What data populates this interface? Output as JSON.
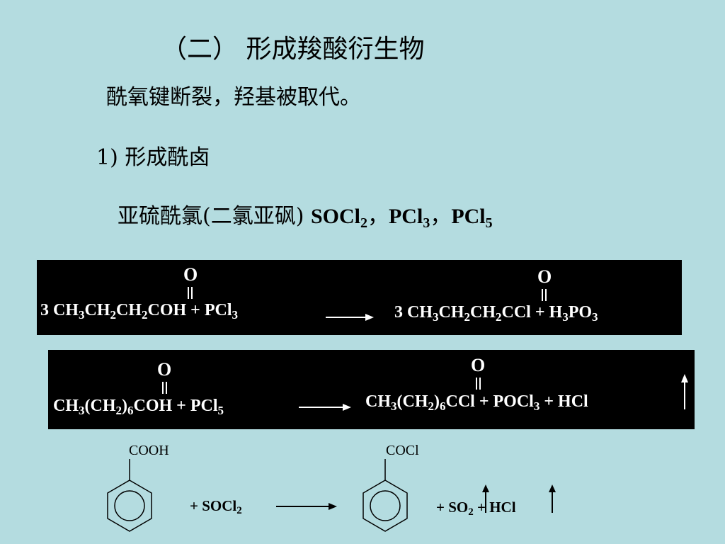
{
  "title": "（二）  形成羧酸衍生物",
  "subtitle": "酰氧键断裂，羟基被取代。",
  "section": "1) 形成酰卤",
  "reagents": {
    "prefix": "亚硫酰氯(二氯亚砜) ",
    "socl": "SOCl",
    "socl_sub": "2",
    "sep1": "，",
    "pcl3": "PCl",
    "pcl3_sub": "3",
    "sep2": "，",
    "pcl5": "PCl",
    "pcl5_sub": "5"
  },
  "reaction1": {
    "o": "O",
    "left": {
      "p1": "3 CH",
      "s1": "3",
      "p2": "CH",
      "s2": "2",
      "p3": "CH",
      "s3": "2",
      "p4": "COH  +  PCl",
      "s4": "3"
    },
    "right": {
      "p1": "3 CH",
      "s1": "3",
      "p2": "CH",
      "s2": "2",
      "p3": "CH",
      "s3": "2",
      "p4": "CCl  +  H",
      "s4": "3",
      "p5": "PO",
      "s5": "3"
    }
  },
  "reaction2": {
    "o": "O",
    "left": {
      "p1": "CH",
      "s1": "3",
      "p2": "(CH",
      "s2": "2",
      "p3": ")",
      "s3": "6",
      "p4": "COH  +  PCl",
      "s4": "5"
    },
    "right": {
      "p1": "CH",
      "s1": "3",
      "p2": "(CH",
      "s2": "2",
      "p3": ")",
      "s3": "6",
      "p4": "CCl   +  POCl",
      "s4": "3",
      "p5": "  +  HCl"
    }
  },
  "reaction3": {
    "reactant_group": "COOH",
    "reagent_prefix": "+   SOCl",
    "reagent_sub": "2",
    "product_group": "COCl",
    "byproducts_p1": "+  SO",
    "byproducts_s1": "2",
    "byproducts_p2": "  +  HCl"
  },
  "colors": {
    "background": "#b4dce0",
    "panel": "#000000",
    "panel_text": "#ffffff"
  }
}
